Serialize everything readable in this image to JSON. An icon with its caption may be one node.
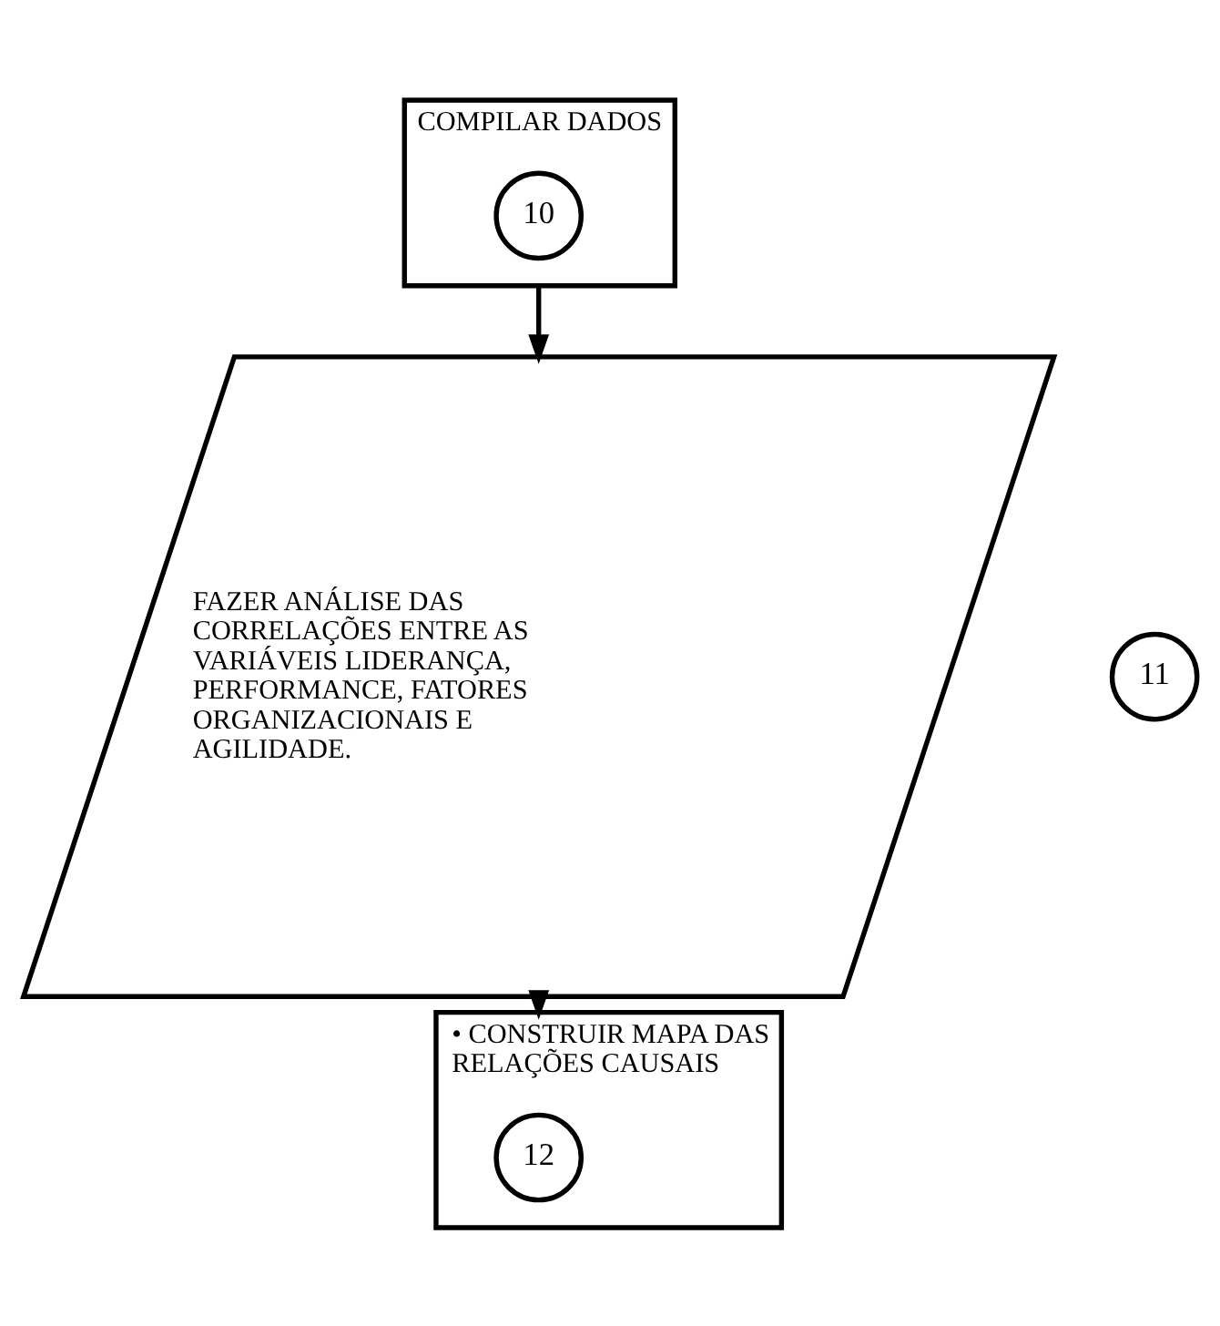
{
  "diagram": {
    "nodes": [
      {
        "text": [
          "COMPILAR DADOS"
        ]
      },
      {
        "text": [
          "10"
        ],
        "in": 0
      },
      {
        "text": [
          "FAZER ANÁLISE DAS CORRELAÇÕES ENTRE AS VARIÁVEIS LIDERANÇA, PERFORMANCE, FATORES ORGANIZACIONAIS E AGILIDADE."
        ]
      },
      {
        "text": [
          "11"
        ]
      },
      {
        "text": [
          "• CONSTRUIR MAPA DAS RELAÇÕES CAUSAIS"
        ]
      },
      {
        "text": [
          "12"
        ],
        "in": 4
      }
    ],
    "edges": [
      {
        "from": 0,
        "to": 2,
        "arrow": "to"
      },
      {
        "from": 2,
        "to": 4,
        "arrow": "to"
      }
    ]
  }
}
